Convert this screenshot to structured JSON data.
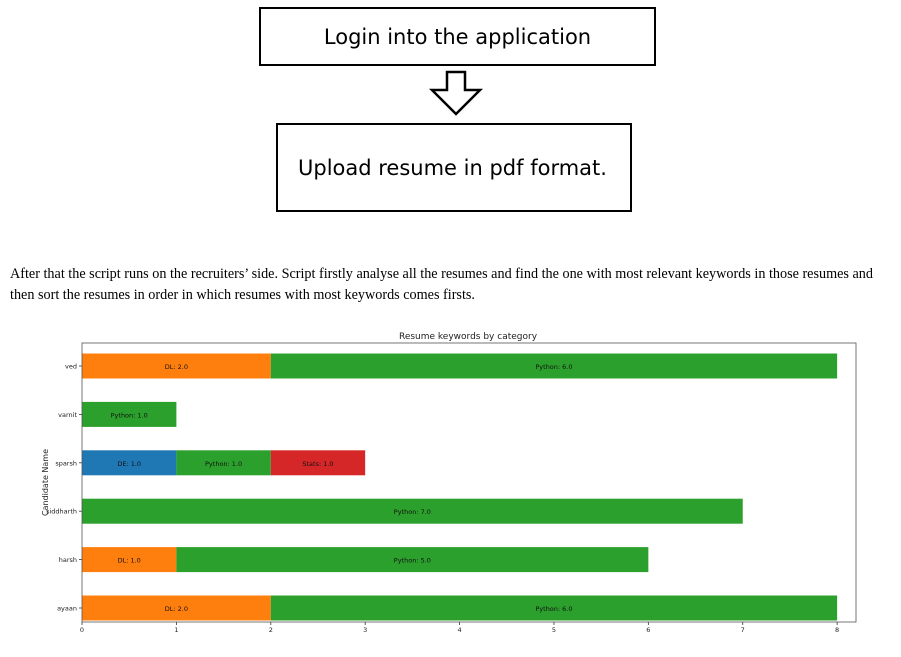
{
  "flow": {
    "step1": "Login into the application",
    "step2": "Upload resume in pdf format."
  },
  "paragraph": "After that the script runs on the recruiters’ side. Script firstly analyse all the resumes and find the one with most relevant keywords in those resumes and then sort the resumes in order in which resumes with most keywords comes firsts.",
  "colors": {
    "DE": "#1f77b4",
    "DL": "#ff7f0e",
    "Python": "#2ca02c",
    "Stats": "#d62728"
  },
  "chart_data": {
    "type": "bar",
    "orientation": "horizontal",
    "stacked": true,
    "title": "Resume keywords by category",
    "xlabel": "",
    "ylabel": "Candidate Name",
    "xlim": [
      0,
      8.2
    ],
    "xticks": [
      0,
      1,
      2,
      3,
      4,
      5,
      6,
      7,
      8
    ],
    "grid": false,
    "categories": [
      "ayaan",
      "harsh",
      "siddharth",
      "sparsh",
      "varnit",
      "ved"
    ],
    "series": [
      {
        "name": "DE",
        "values": [
          0,
          0,
          0,
          1.0,
          0,
          0
        ]
      },
      {
        "name": "DL",
        "values": [
          2.0,
          1.0,
          0,
          0,
          0,
          2.0
        ]
      },
      {
        "name": "Python",
        "values": [
          6.0,
          5.0,
          7.0,
          1.0,
          1.0,
          6.0
        ]
      },
      {
        "name": "Stats",
        "values": [
          0,
          0,
          0,
          1.0,
          0,
          0
        ]
      }
    ]
  }
}
